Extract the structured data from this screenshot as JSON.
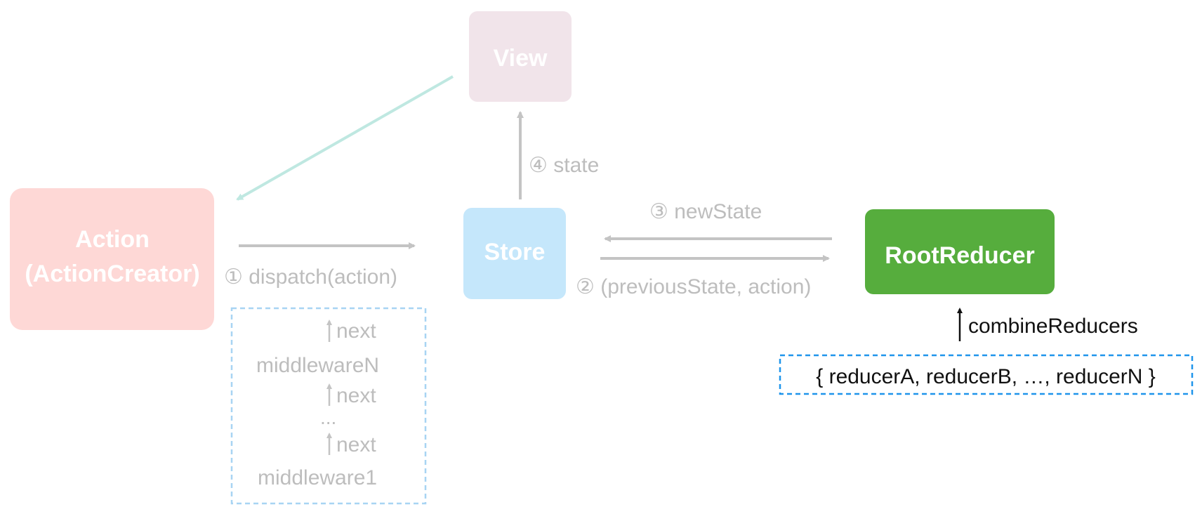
{
  "colors": {
    "view_box": "#f1e4ea",
    "action_box": "#fed8d6",
    "store_box": "#c5e7fb",
    "root_reducer_box": "#56ad3d",
    "box_text": "#ffffff",
    "faded_text": "#bdbdbd",
    "faded_arrow": "#c4c4c4",
    "teal_arrow": "#bfe8e1",
    "dashed_border": "#a8d4f3",
    "active_dashed_border": "#1f95eb",
    "active_text": "#111111"
  },
  "nodes": {
    "view": "View",
    "action_line1": "Action",
    "action_line2": "(ActionCreator)",
    "store": "Store",
    "root_reducer": "RootReducer"
  },
  "edges": {
    "dispatch": "① dispatch(action)",
    "state": "④ state",
    "new_state": "③ newState",
    "previous_state": "② (previousState, action)",
    "combine_reducers": "combineReducers"
  },
  "middleware": {
    "next_label": "next",
    "middleware_n": "middlewareN",
    "ellipsis": "...",
    "middleware_1": "middleware1"
  },
  "reducers": {
    "list": "{ reducerA, reducerB, …, reducerN }"
  }
}
